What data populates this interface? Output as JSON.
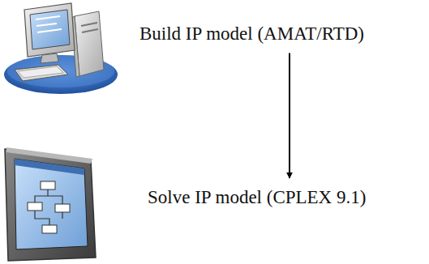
{
  "diagram": {
    "nodes": [
      {
        "text": [
          "Build IP model (AMAT/RTD)"
        ]
      },
      {
        "text": [
          "Solve IP model (CPLEX 9.1)"
        ]
      }
    ],
    "edges": [
      {
        "from": 0,
        "to": 1,
        "arrow": "to"
      }
    ]
  }
}
